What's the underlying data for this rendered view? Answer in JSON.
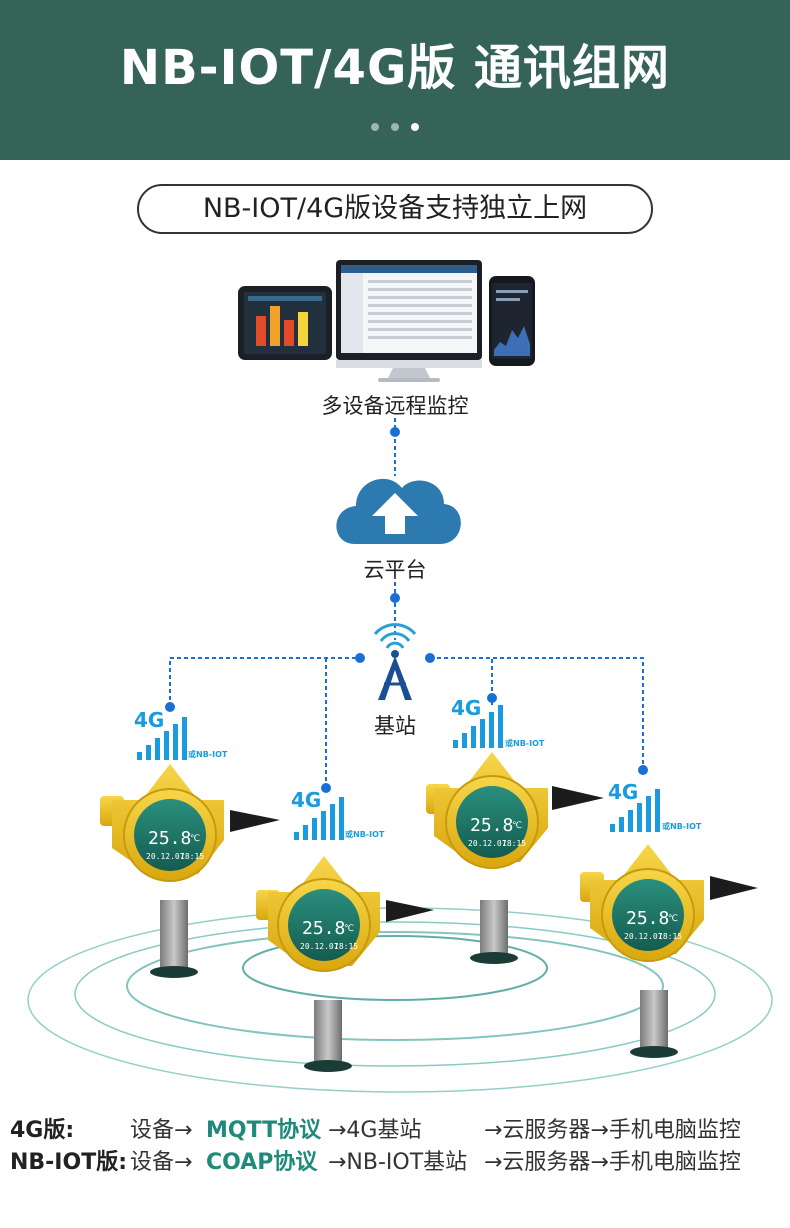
{
  "header": {
    "title": "NB-IOT/4G版 通讯组网",
    "carousel_dots": 3,
    "active_dot": 3
  },
  "subtitle": "NB-IOT/4G版设备支持独立上网",
  "labels": {
    "monitor": "多设备远程监控",
    "cloud": "云平台",
    "base_station": "基站"
  },
  "devices": [
    {
      "signal": "4G",
      "alt": "或NB-IOT",
      "temp": "25.8",
      "unit": "℃",
      "date": "20.12.07",
      "time": "18:15"
    },
    {
      "signal": "4G",
      "alt": "或NB-IOT",
      "temp": "25.8",
      "unit": "℃",
      "date": "20.12.07",
      "time": "18:15"
    },
    {
      "signal": "4G",
      "alt": "或NB-IOT",
      "temp": "25.8",
      "unit": "℃",
      "date": "20.12.07",
      "time": "18:15"
    },
    {
      "signal": "4G",
      "alt": "或NB-IOT",
      "temp": "25.8",
      "unit": "℃",
      "date": "20.12.07",
      "time": "18:15"
    }
  ],
  "legend": [
    {
      "tag": "4G版:",
      "prefix": "设备→",
      "protocol": "MQTT协议",
      "mid": "→4G基站",
      "suffix": "→云服务器→手机电脑监控"
    },
    {
      "tag": "NB-IOT版:",
      "prefix": "设备→",
      "protocol": "COAP协议",
      "mid": " →NB-IOT基站",
      "suffix": "→云服务器→手机电脑监控"
    }
  ],
  "colors": {
    "header_bg": "#356357",
    "accent_blue": "#1a6fd6",
    "cloud_blue": "#2878ae",
    "signal_blue": "#1a9be0",
    "device_yellow": "#f2c31b",
    "screen_green": "#1f7d6d",
    "protocol_green": "#1f8a7a"
  }
}
